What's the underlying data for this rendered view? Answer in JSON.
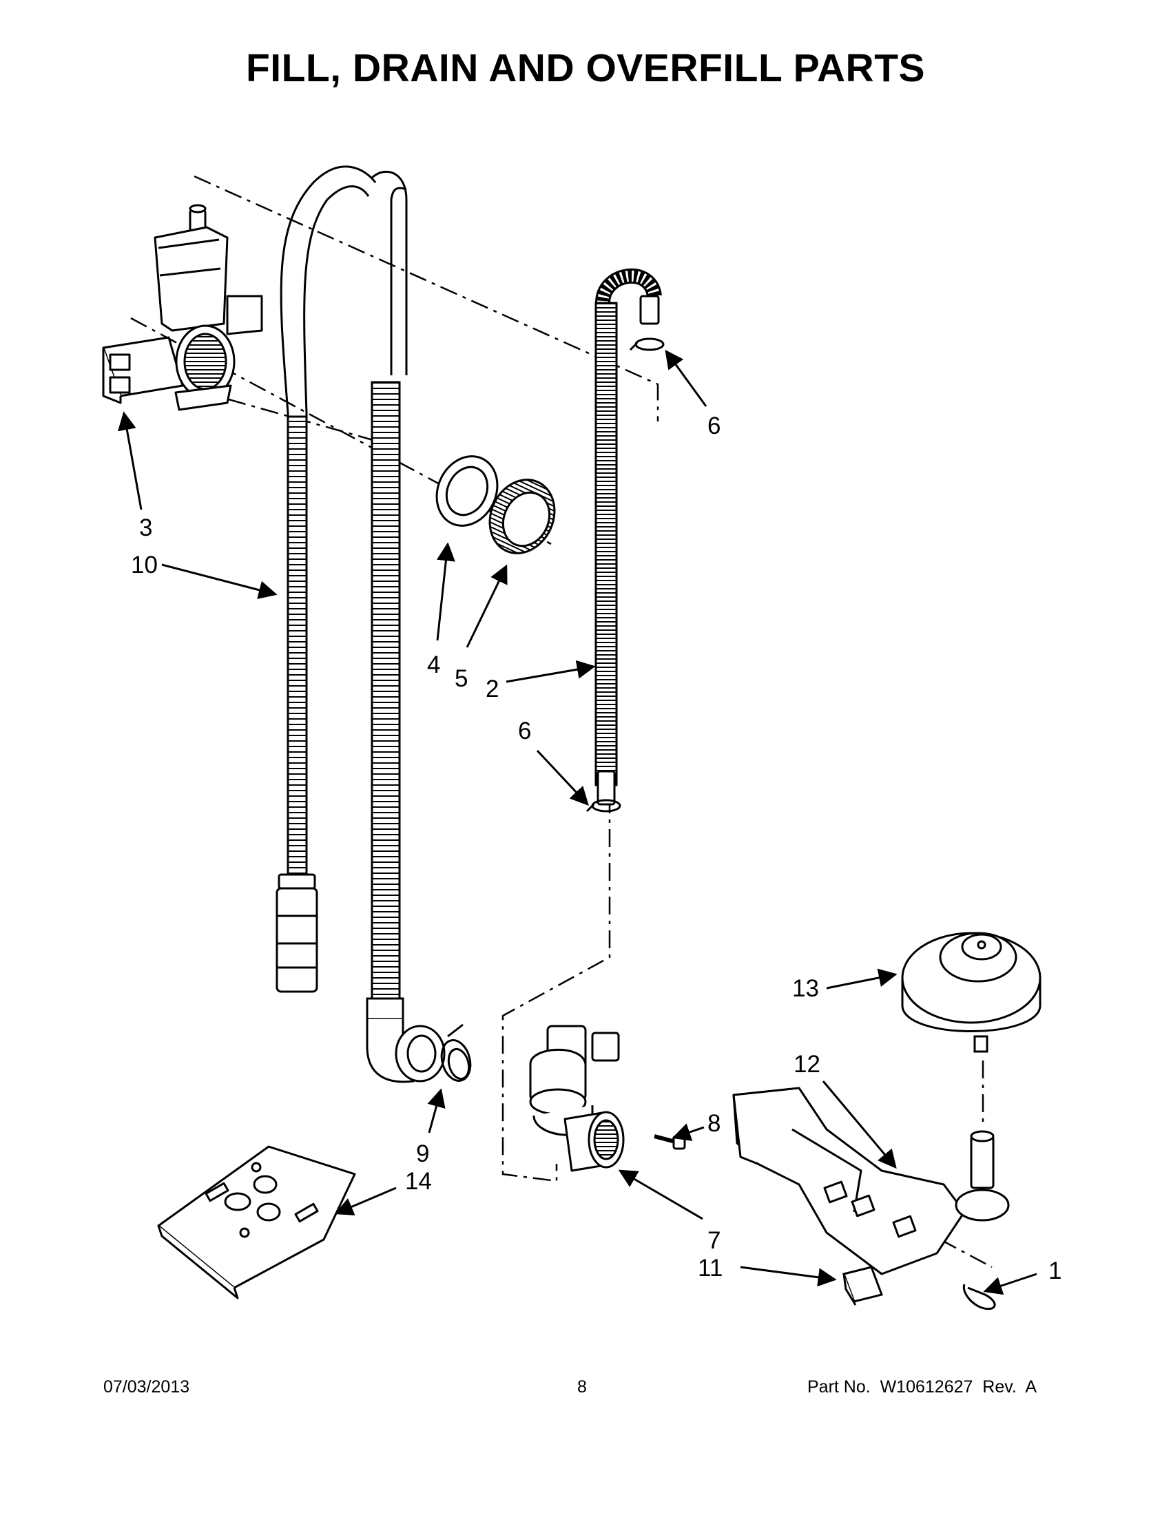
{
  "title": "FILL, DRAIN AND OVERFILL PARTS",
  "callouts": [
    {
      "id": "c1",
      "label": "1"
    },
    {
      "id": "c2",
      "label": "2"
    },
    {
      "id": "c3",
      "label": "3"
    },
    {
      "id": "c4",
      "label": "4"
    },
    {
      "id": "c5",
      "label": "5"
    },
    {
      "id": "c6a",
      "label": "6"
    },
    {
      "id": "c6b",
      "label": "6"
    },
    {
      "id": "c7",
      "label": "7"
    },
    {
      "id": "c8",
      "label": "8"
    },
    {
      "id": "c9",
      "label": "9"
    },
    {
      "id": "c10",
      "label": "10"
    },
    {
      "id": "c11",
      "label": "11"
    },
    {
      "id": "c12",
      "label": "12"
    },
    {
      "id": "c13",
      "label": "13"
    },
    {
      "id": "c14",
      "label": "14"
    }
  ],
  "footer": {
    "date": "07/03/2013",
    "page": "8",
    "part": "Part No.  W10612627  Rev.  A"
  }
}
